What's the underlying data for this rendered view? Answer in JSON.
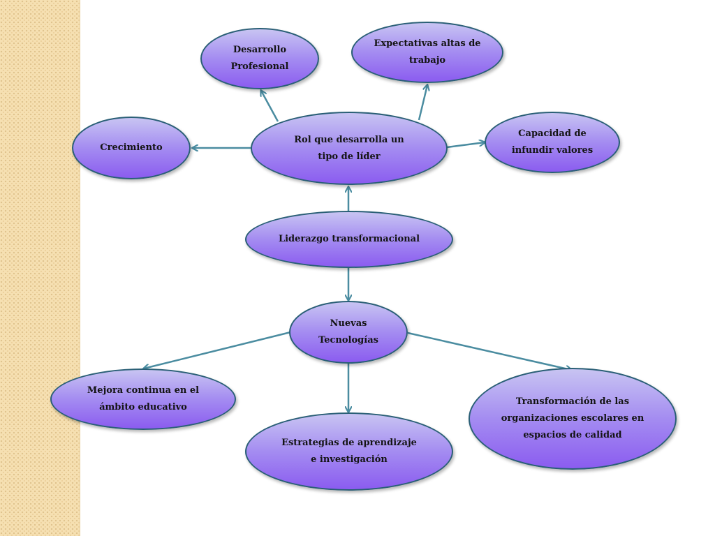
{
  "diagram": {
    "type": "concept-map",
    "colors": {
      "arrow": "#4a8ca0",
      "node_border": "#2a5f76",
      "node_fill_top": "#c8c4f2",
      "node_fill_bottom": "#8b5cf0"
    },
    "nodes": {
      "desarrollo": "Desarrollo Profesional",
      "expectativas": "Expectativas altas de trabajo",
      "crecimiento": "Crecimiento",
      "rol": "Rol que desarrolla un tipo de líder",
      "capacidad": "Capacidad de infundir valores",
      "liderazgo": "Liderazgo transformacional",
      "nuevas": "Nuevas Tecnologías",
      "mejora": "Mejora continua en el ámbito educativo",
      "estrategias": "Estrategias de aprendizaje e investigación",
      "transformacion": "Transformación de las organizaciones escolares en espacios de calidad"
    },
    "edges": [
      {
        "from": "liderazgo",
        "to": "rol"
      },
      {
        "from": "rol",
        "to": "desarrollo"
      },
      {
        "from": "rol",
        "to": "expectativas"
      },
      {
        "from": "rol",
        "to": "crecimiento"
      },
      {
        "from": "rol",
        "to": "capacidad"
      },
      {
        "from": "liderazgo",
        "to": "nuevas"
      },
      {
        "from": "nuevas",
        "to": "mejora"
      },
      {
        "from": "nuevas",
        "to": "estrategias"
      },
      {
        "from": "nuevas",
        "to": "transformacion"
      }
    ]
  }
}
